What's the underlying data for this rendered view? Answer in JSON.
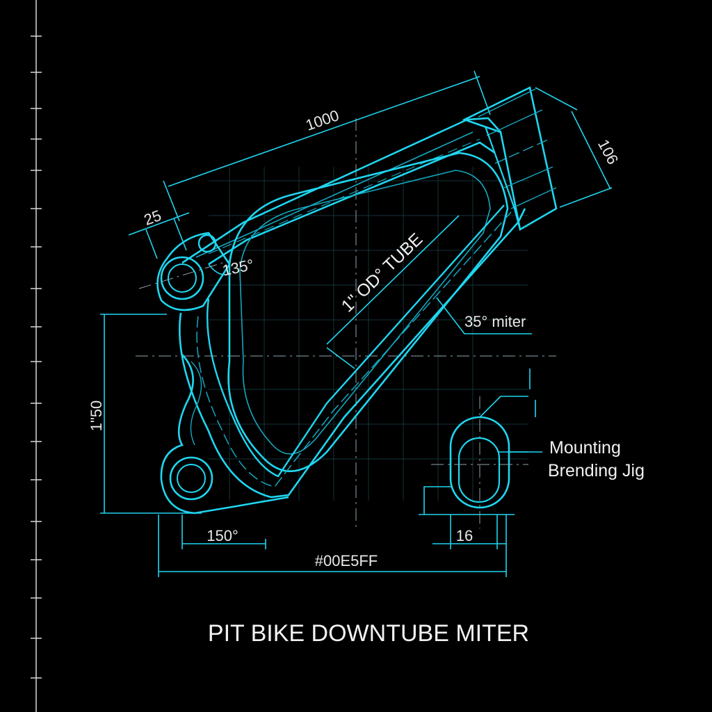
{
  "title": "PIT BIKE DOWNTUBE MITER",
  "dimensions": {
    "top_length": "1000",
    "head_width": "106",
    "pivot_offset": "25",
    "pivot_angle": "135°",
    "height": "1\"50",
    "base_angle": "150°",
    "overall_width": "#00E5FF",
    "jig_width": "16"
  },
  "notes": {
    "tube_spec": "1\" OD° TUBE",
    "miter_angle": "35° miter",
    "jig_label_line1": "Mounting",
    "jig_label_line2": "Brending Jig"
  },
  "colors": {
    "line": "#1fd6f0",
    "background": "#000000",
    "text": "#e8e8e8"
  }
}
